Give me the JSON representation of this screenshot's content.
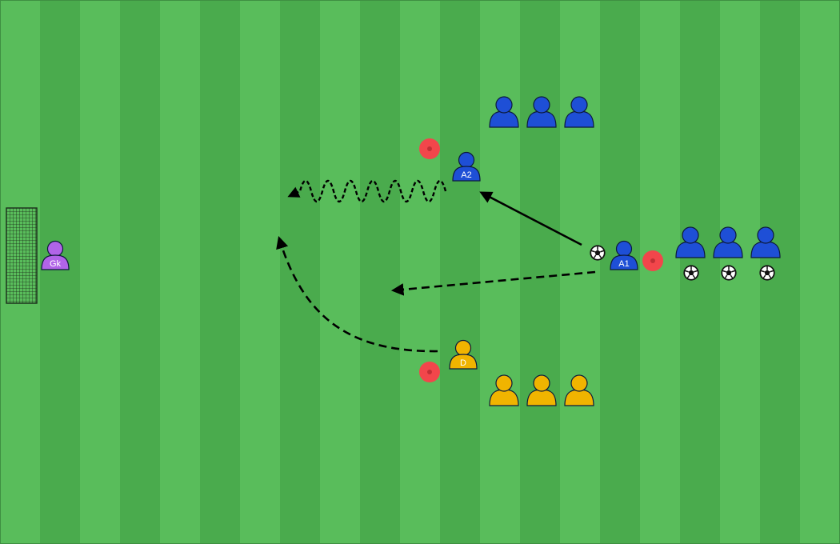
{
  "diagram": {
    "colors": {
      "stripe_light": "#59bd5b",
      "stripe_dark": "#4aab4d",
      "team_attack": "#1e4fd6",
      "team_defend": "#f0b400",
      "goalkeeper": "#b164e8",
      "cone": "#f2464b",
      "arrow": "#000000",
      "outline": "#0c1a3a"
    },
    "players": {
      "goalkeeper": {
        "label": "Gk",
        "team": "goalkeeper"
      },
      "attacker_1": {
        "label": "A1",
        "team": "attack"
      },
      "attacker_2": {
        "label": "A2",
        "team": "attack"
      },
      "defender": {
        "label": "D",
        "team": "defend"
      },
      "queue_attack_top": {
        "label": "",
        "team": "attack",
        "count": 3
      },
      "queue_attack_right": {
        "label": "",
        "team": "attack",
        "count": 3
      },
      "queue_defend": {
        "label": "",
        "team": "defend",
        "count": 3
      }
    },
    "cones": 3,
    "balls": 4,
    "arrows": [
      {
        "name": "pass-arrow",
        "style": "solid"
      },
      {
        "name": "dribble-arrow",
        "style": "wavy"
      },
      {
        "name": "shot-run-arrow",
        "style": "dashed"
      },
      {
        "name": "defender-run-arrow",
        "style": "dashed-curved"
      }
    ],
    "goal": {
      "icon": "goal-net-icon"
    }
  }
}
